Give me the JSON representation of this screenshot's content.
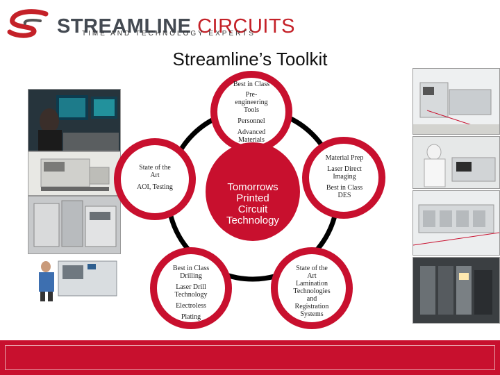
{
  "header": {
    "logo_word1": "STREAMLINE",
    "logo_word2": "CIRCUITS",
    "tagline": "TIME AND TECHNOLOGY EXPERTS"
  },
  "slide": {
    "title": "Streamline’s Toolkit"
  },
  "cycle": {
    "center": [
      "Tomorrows",
      "Printed",
      "Circuit",
      "Technology"
    ],
    "top": [
      "Best in Class",
      "Pre-",
      "engineering",
      "Tools",
      "Personnel",
      "Advanced",
      "Materials"
    ],
    "right": [
      "Material Prep",
      "Laser Direct",
      "Imaging",
      "Best in Class",
      "DES"
    ],
    "bottom_right": [
      "State of the",
      "Art",
      "Lamination",
      "Technologies",
      "and",
      "Registration",
      "Systems"
    ],
    "bottom_left": [
      "Best in Class",
      "Drilling",
      "Laser Drill",
      "Technology",
      "Electroless",
      "Plating"
    ],
    "left": [
      "State of the",
      "Art",
      "AOI, Testing"
    ]
  },
  "colors": {
    "brand_red": "#c8102e",
    "logo_gray": "#444a52"
  }
}
